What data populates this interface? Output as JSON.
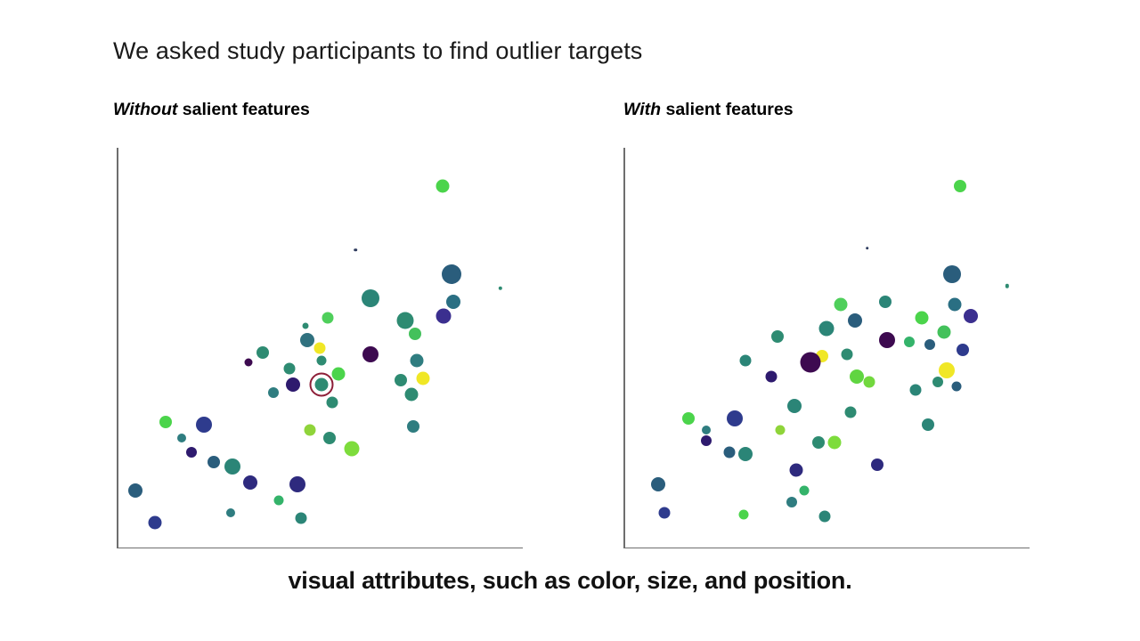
{
  "slide": {
    "headline": "We asked study participants to find outlier targets",
    "caption": "visual attributes, such as color, size, and position.",
    "background": "#ffffff"
  },
  "panels": [
    {
      "id": "left",
      "emph": "Without",
      "rest": " salient features"
    },
    {
      "id": "right",
      "emph": "With",
      "rest": " salient features"
    }
  ],
  "chart_data": [
    {
      "type": "scatter",
      "title": "Without salient features",
      "xlabel": "",
      "ylabel": "",
      "xlim": [
        0,
        100
      ],
      "ylim": [
        0,
        100
      ],
      "grid": false,
      "legend": null,
      "colormap": "viridis",
      "encodings": {
        "x": "x",
        "y": "y",
        "size": "r (px radius)",
        "color": "viridis hex"
      },
      "annotation": {
        "kind": "target-ring",
        "label": "outlier target highlighted with red circle",
        "color": "#8d1f38",
        "x": 50.5,
        "y": 41.0,
        "radius_px": 13.5
      },
      "points": [
        {
          "x": 80.3,
          "y": 90.5,
          "r": 7.5,
          "c": "#4bd44b"
        },
        {
          "x": 58.8,
          "y": 74.5,
          "r": 1.8,
          "c": "#2e3b5e"
        },
        {
          "x": 82.5,
          "y": 68.5,
          "r": 11.0,
          "c": "#2a5d7c"
        },
        {
          "x": 94.5,
          "y": 65.0,
          "r": 2.2,
          "c": "#2e8b72"
        },
        {
          "x": 83.0,
          "y": 61.5,
          "r": 8.0,
          "c": "#2a6f83"
        },
        {
          "x": 62.5,
          "y": 62.5,
          "r": 10.0,
          "c": "#2b8577"
        },
        {
          "x": 80.5,
          "y": 58.0,
          "r": 8.5,
          "c": "#3b2f8f"
        },
        {
          "x": 52.0,
          "y": 57.5,
          "r": 6.5,
          "c": "#4fcf5b"
        },
        {
          "x": 71.0,
          "y": 57.0,
          "r": 9.5,
          "c": "#2e8b72"
        },
        {
          "x": 46.5,
          "y": 55.5,
          "r": 3.5,
          "c": "#2e8b72"
        },
        {
          "x": 73.5,
          "y": 53.5,
          "r": 7.0,
          "c": "#43c15b"
        },
        {
          "x": 47.0,
          "y": 52.0,
          "r": 8.0,
          "c": "#30717f"
        },
        {
          "x": 50.0,
          "y": 50.0,
          "r": 6.5,
          "c": "#f0e726"
        },
        {
          "x": 36.0,
          "y": 49.0,
          "r": 7.0,
          "c": "#2e8b72"
        },
        {
          "x": 62.5,
          "y": 48.5,
          "r": 9.0,
          "c": "#3d0a50"
        },
        {
          "x": 74.0,
          "y": 47.0,
          "r": 7.5,
          "c": "#2f7d80"
        },
        {
          "x": 32.5,
          "y": 46.5,
          "r": 4.5,
          "c": "#3d0a50"
        },
        {
          "x": 50.5,
          "y": 47.0,
          "r": 5.5,
          "c": "#2e8b72"
        },
        {
          "x": 42.5,
          "y": 45.0,
          "r": 6.5,
          "c": "#2e8b72"
        },
        {
          "x": 75.5,
          "y": 42.5,
          "r": 7.5,
          "c": "#f0e726"
        },
        {
          "x": 70.0,
          "y": 42.0,
          "r": 7.0,
          "c": "#2e8b72"
        },
        {
          "x": 54.5,
          "y": 43.5,
          "r": 7.5,
          "c": "#4bd44b"
        },
        {
          "x": 50.5,
          "y": 41.0,
          "r": 7.5,
          "c": "#2e8b72"
        },
        {
          "x": 43.5,
          "y": 41.0,
          "r": 8.0,
          "c": "#2e1a6e"
        },
        {
          "x": 38.5,
          "y": 39.0,
          "r": 6.0,
          "c": "#2f7d80"
        },
        {
          "x": 53.0,
          "y": 36.5,
          "r": 6.5,
          "c": "#2e8b72"
        },
        {
          "x": 72.5,
          "y": 38.5,
          "r": 7.5,
          "c": "#2e8b72"
        },
        {
          "x": 73.0,
          "y": 30.5,
          "r": 7.0,
          "c": "#2f7d80"
        },
        {
          "x": 47.5,
          "y": 29.5,
          "r": 6.5,
          "c": "#8fd43a"
        },
        {
          "x": 52.5,
          "y": 27.5,
          "r": 7.0,
          "c": "#2e8b72"
        },
        {
          "x": 58.0,
          "y": 25.0,
          "r": 8.5,
          "c": "#7ddc3c"
        },
        {
          "x": 12.0,
          "y": 31.5,
          "r": 7.0,
          "c": "#4bd44b"
        },
        {
          "x": 21.5,
          "y": 31.0,
          "r": 9.0,
          "c": "#2e3b8d"
        },
        {
          "x": 16.0,
          "y": 27.5,
          "r": 5.0,
          "c": "#2f7d80"
        },
        {
          "x": 18.5,
          "y": 24.0,
          "r": 6.0,
          "c": "#2e1a6e"
        },
        {
          "x": 24.0,
          "y": 21.5,
          "r": 7.0,
          "c": "#2a5d7c"
        },
        {
          "x": 28.5,
          "y": 20.5,
          "r": 9.0,
          "c": "#2b8577"
        },
        {
          "x": 33.0,
          "y": 16.5,
          "r": 8.0,
          "c": "#2e2a7e"
        },
        {
          "x": 44.5,
          "y": 16.0,
          "r": 9.0,
          "c": "#2e2a7e"
        },
        {
          "x": 4.5,
          "y": 14.5,
          "r": 8.0,
          "c": "#2a5d7c"
        },
        {
          "x": 40.0,
          "y": 12.0,
          "r": 5.5,
          "c": "#34b36a"
        },
        {
          "x": 9.5,
          "y": 6.5,
          "r": 7.5,
          "c": "#2e3b8d"
        },
        {
          "x": 28.0,
          "y": 9.0,
          "r": 5.0,
          "c": "#2f7d80"
        },
        {
          "x": 45.5,
          "y": 7.5,
          "r": 6.5,
          "c": "#2b8577"
        }
      ]
    },
    {
      "type": "scatter",
      "title": "With salient features",
      "xlabel": "",
      "ylabel": "",
      "xlim": [
        0,
        100
      ],
      "ylim": [
        0,
        100
      ],
      "grid": false,
      "legend": null,
      "colormap": "viridis",
      "encodings": {
        "x": "x",
        "y": "y",
        "size": "r (px radius)",
        "color": "viridis hex"
      },
      "annotation": {
        "kind": "salient-target",
        "label": "outlier target made salient by enlarged size and dark color",
        "x": 46.0,
        "y": 46.5
      },
      "points": [
        {
          "x": 83.0,
          "y": 90.5,
          "r": 7.0,
          "c": "#4bd44b"
        },
        {
          "x": 60.0,
          "y": 75.0,
          "r": 1.8,
          "c": "#2e3b5e"
        },
        {
          "x": 81.0,
          "y": 68.5,
          "r": 10.0,
          "c": "#2a5d7c"
        },
        {
          "x": 94.5,
          "y": 65.5,
          "r": 2.2,
          "c": "#2e8b72"
        },
        {
          "x": 81.5,
          "y": 61.0,
          "r": 7.5,
          "c": "#2a6f83"
        },
        {
          "x": 53.5,
          "y": 61.0,
          "r": 7.5,
          "c": "#4fcf5b"
        },
        {
          "x": 64.5,
          "y": 61.5,
          "r": 7.0,
          "c": "#2b8577"
        },
        {
          "x": 85.5,
          "y": 58.0,
          "r": 8.0,
          "c": "#3b2f8f"
        },
        {
          "x": 57.0,
          "y": 57.0,
          "r": 8.0,
          "c": "#2a5d7c"
        },
        {
          "x": 73.5,
          "y": 57.5,
          "r": 7.5,
          "c": "#4bd44b"
        },
        {
          "x": 50.0,
          "y": 55.0,
          "r": 8.5,
          "c": "#2b8577"
        },
        {
          "x": 79.0,
          "y": 54.0,
          "r": 7.5,
          "c": "#43c15b"
        },
        {
          "x": 38.0,
          "y": 53.0,
          "r": 7.0,
          "c": "#2e8b72"
        },
        {
          "x": 65.0,
          "y": 52.0,
          "r": 9.0,
          "c": "#3d0a50"
        },
        {
          "x": 75.5,
          "y": 51.0,
          "r": 6.0,
          "c": "#2a5d7c"
        },
        {
          "x": 70.5,
          "y": 51.5,
          "r": 6.0,
          "c": "#34b36a"
        },
        {
          "x": 83.5,
          "y": 49.5,
          "r": 7.0,
          "c": "#2e3b8d"
        },
        {
          "x": 55.0,
          "y": 48.5,
          "r": 6.5,
          "c": "#2e8b72"
        },
        {
          "x": 30.0,
          "y": 47.0,
          "r": 6.5,
          "c": "#2b8577"
        },
        {
          "x": 49.0,
          "y": 48.0,
          "r": 7.0,
          "c": "#f0e726"
        },
        {
          "x": 46.0,
          "y": 46.5,
          "r": 11.5,
          "c": "#3d0a50"
        },
        {
          "x": 79.5,
          "y": 44.5,
          "r": 9.0,
          "c": "#f0e726"
        },
        {
          "x": 36.5,
          "y": 43.0,
          "r": 6.5,
          "c": "#2e1a6e"
        },
        {
          "x": 57.5,
          "y": 43.0,
          "r": 8.0,
          "c": "#60d541"
        },
        {
          "x": 60.5,
          "y": 41.5,
          "r": 6.5,
          "c": "#72d83e"
        },
        {
          "x": 77.5,
          "y": 41.5,
          "r": 6.0,
          "c": "#2e8b72"
        },
        {
          "x": 72.0,
          "y": 39.5,
          "r": 6.5,
          "c": "#2b8577"
        },
        {
          "x": 82.0,
          "y": 40.5,
          "r": 5.5,
          "c": "#2a5d7c"
        },
        {
          "x": 42.0,
          "y": 35.5,
          "r": 8.0,
          "c": "#2b8577"
        },
        {
          "x": 56.0,
          "y": 34.0,
          "r": 6.5,
          "c": "#2e8b72"
        },
        {
          "x": 38.5,
          "y": 29.5,
          "r": 5.5,
          "c": "#8fd43a"
        },
        {
          "x": 75.0,
          "y": 31.0,
          "r": 7.0,
          "c": "#2b8577"
        },
        {
          "x": 52.0,
          "y": 26.5,
          "r": 7.5,
          "c": "#7ddc3c"
        },
        {
          "x": 48.0,
          "y": 26.5,
          "r": 7.0,
          "c": "#2e8b72"
        },
        {
          "x": 16.0,
          "y": 32.5,
          "r": 7.0,
          "c": "#4bd44b"
        },
        {
          "x": 27.5,
          "y": 32.5,
          "r": 9.0,
          "c": "#2e3b8d"
        },
        {
          "x": 20.5,
          "y": 29.5,
          "r": 5.0,
          "c": "#2f7d80"
        },
        {
          "x": 20.5,
          "y": 27.0,
          "r": 6.0,
          "c": "#2e1a6e"
        },
        {
          "x": 26.0,
          "y": 24.0,
          "r": 6.5,
          "c": "#2a5d7c"
        },
        {
          "x": 30.0,
          "y": 23.5,
          "r": 8.0,
          "c": "#2b8577"
        },
        {
          "x": 42.5,
          "y": 19.5,
          "r": 7.5,
          "c": "#2e2a7e"
        },
        {
          "x": 62.5,
          "y": 21.0,
          "r": 7.0,
          "c": "#2e2a7e"
        },
        {
          "x": 8.5,
          "y": 16.0,
          "r": 8.0,
          "c": "#2a5d7c"
        },
        {
          "x": 44.5,
          "y": 14.5,
          "r": 5.5,
          "c": "#34b36a"
        },
        {
          "x": 10.0,
          "y": 9.0,
          "r": 6.5,
          "c": "#2e3b8d"
        },
        {
          "x": 29.5,
          "y": 8.5,
          "r": 5.5,
          "c": "#4bd44b"
        },
        {
          "x": 41.5,
          "y": 11.5,
          "r": 6.0,
          "c": "#2f7d80"
        },
        {
          "x": 49.5,
          "y": 8.0,
          "r": 6.5,
          "c": "#2b8577"
        }
      ]
    }
  ]
}
